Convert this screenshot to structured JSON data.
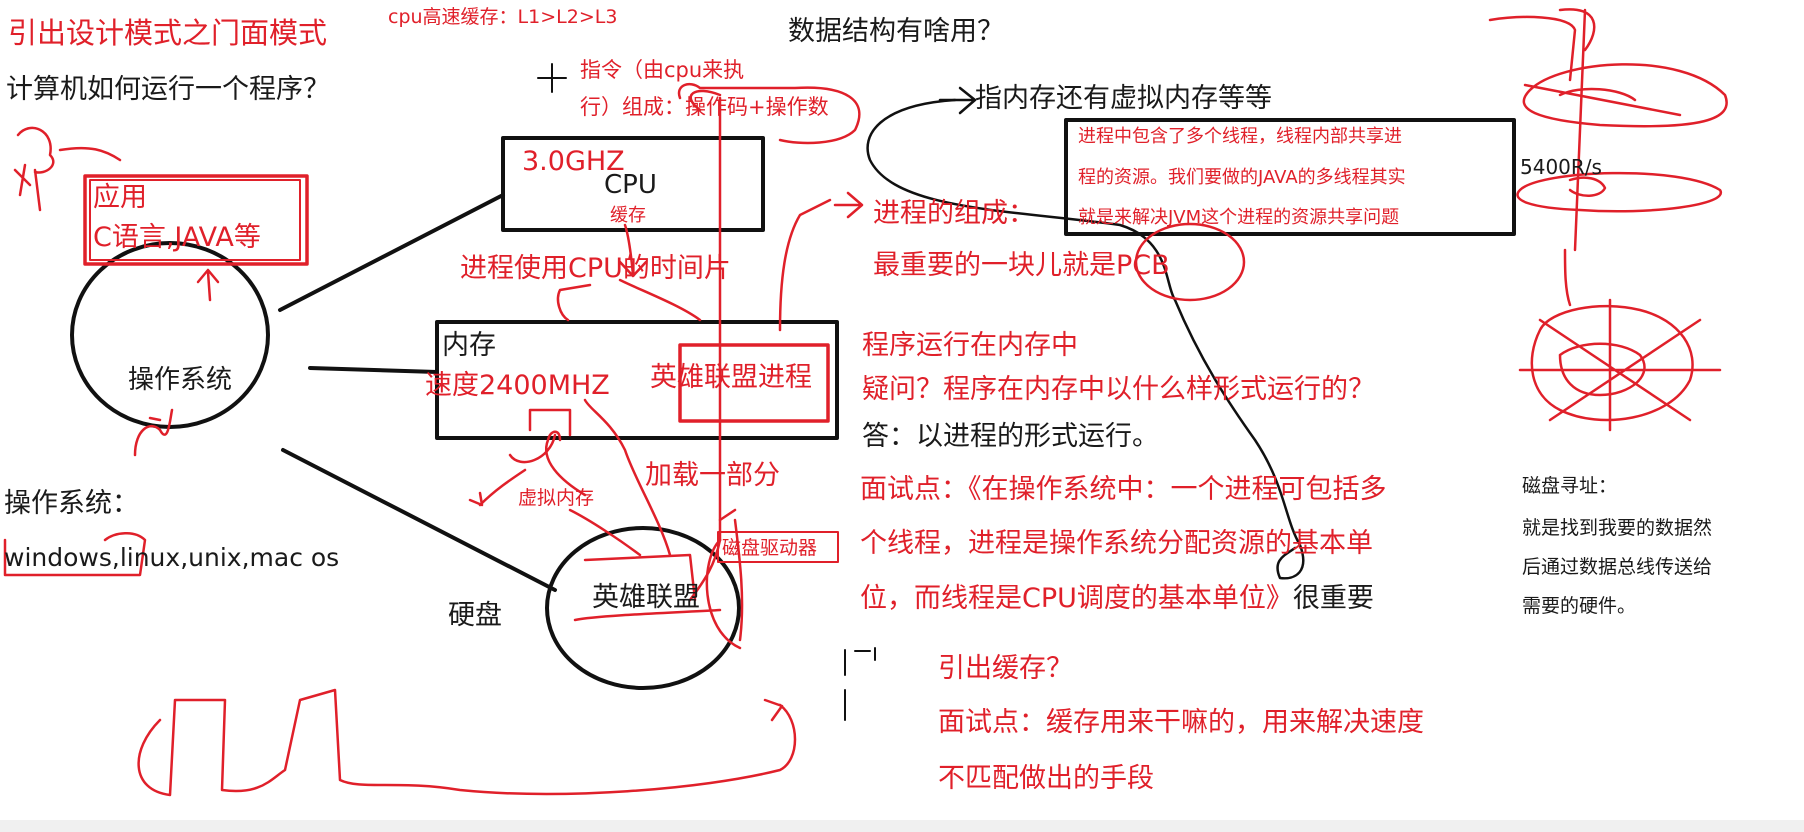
{
  "colors": {
    "ink": "#1a1a1a",
    "red": "#e0202a",
    "background": "#ffffff"
  },
  "header": {
    "title": "引出设计模式之门面模式",
    "cache_order": "cpu高速缓存：L1>L2>L3",
    "question_ds": "数据结构有啥用？",
    "question_run": "计算机如何运行一个程序？"
  },
  "instruction": {
    "line1": "指令（由cpu来执",
    "line2_prefix": "行）组成：",
    "line2_highlight": "操作码+操作数"
  },
  "memory_note": "指内存还有虚拟内存等等",
  "process_box": {
    "line1": "进程中包含了多个线程，线程内部共享进",
    "line2": "程的资源。我们要做的JAVA的多线程其实",
    "line3": "就是来解决JVM这个进程的资源共享问题"
  },
  "disk_speed": "5400R/s",
  "app_box": {
    "line1": "应用",
    "line2": "C语言,JAVA等"
  },
  "cpu_box": {
    "freq": "3.0GHZ",
    "label": "CPU",
    "cache": "缓存"
  },
  "timeslice": "进程使用CPU的时间片",
  "process_comp": {
    "line1": "进程的组成：",
    "line2": "最重要的一块儿就是PCB"
  },
  "os": {
    "node_label": "操作系统",
    "list_title": "操作系统：",
    "list": "windows,linux,unix,mac os"
  },
  "mem_box": {
    "label": "内存",
    "speed": "速度2400MHZ",
    "game_process": "英雄联盟进程"
  },
  "program_run": {
    "line1": "程序运行在内存中",
    "line2": "疑问？程序在内存中以什么样形式运行的？",
    "line3": "答：以进程的形式运行。"
  },
  "interview1": {
    "line1": "面试点：《在操作系统中：一个进程可包括多",
    "line2": "个线程，进程是操作系统分配资源的基本单",
    "line3": "位，而线程是CPU调度的基本单位》",
    "line3_tail": "很重要"
  },
  "virtual_mem": "虚拟内存",
  "load_part": "加载一部分",
  "disk_driver": "磁盘驱动器",
  "disk": {
    "label": "硬盘",
    "inner": "英雄联盟"
  },
  "disk_addressing": {
    "title": "磁盘寻址：",
    "line1": "就是找到我要的数据然",
    "line2": "后通过数据总线传送给",
    "line3": "需要的硬件。"
  },
  "cache_section": {
    "title": "引出缓存？",
    "line1": "面试点：缓存用来干嘛的，用来解决速度",
    "line2": "不匹配做出的手段"
  }
}
